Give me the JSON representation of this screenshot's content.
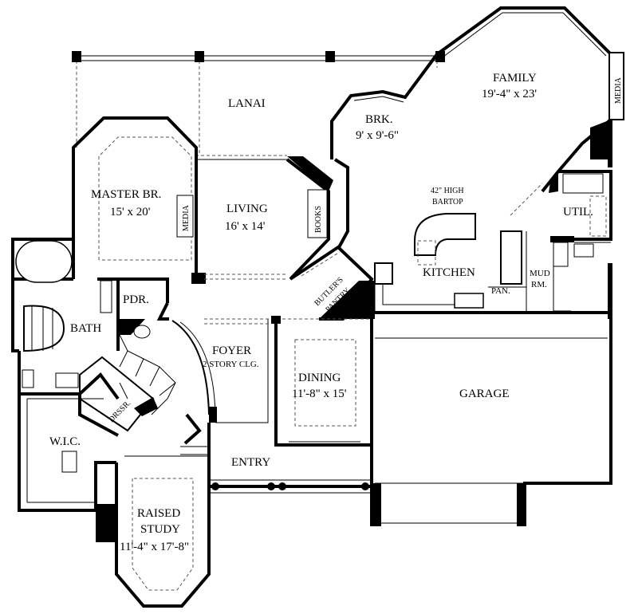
{
  "rooms": {
    "lanai": "LANAI",
    "family_name": "FAMILY",
    "family_dim": "19'-4\" x 23'",
    "media_family": "MEDIA",
    "brk_name": "BRK.",
    "brk_dim": "9' x 9'-6\"",
    "master_name": "MASTER BR.",
    "master_dim": "15' x 20'",
    "media_master": "MEDIA",
    "living_name": "LIVING",
    "living_dim": "16' x 14'",
    "books": "BOOKS",
    "bartop_line1": "42\" HIGH",
    "bartop_line2": "BARTOP",
    "util": "UTIL.",
    "kitchen": "KITCHEN",
    "butlers_line1": "BUTLER'S",
    "butlers_line2": "PANTRY",
    "pan": "PAN.",
    "mud_line1": "MUD",
    "mud_line2": "RM.",
    "pdr": "PDR.",
    "bath": "BATH",
    "foyer_name": "FOYER",
    "foyer_note": "2 STORY CLG.",
    "dining_name": "DINING",
    "dining_dim": "11'-8\" x 15'",
    "garage": "GARAGE",
    "drssr": "DRSSR.",
    "wic": "W.I.C.",
    "entry": "ENTRY",
    "study_line1": "RAISED",
    "study_line2": "STUDY",
    "study_dim": "11'-4\" x 17'-8\""
  }
}
